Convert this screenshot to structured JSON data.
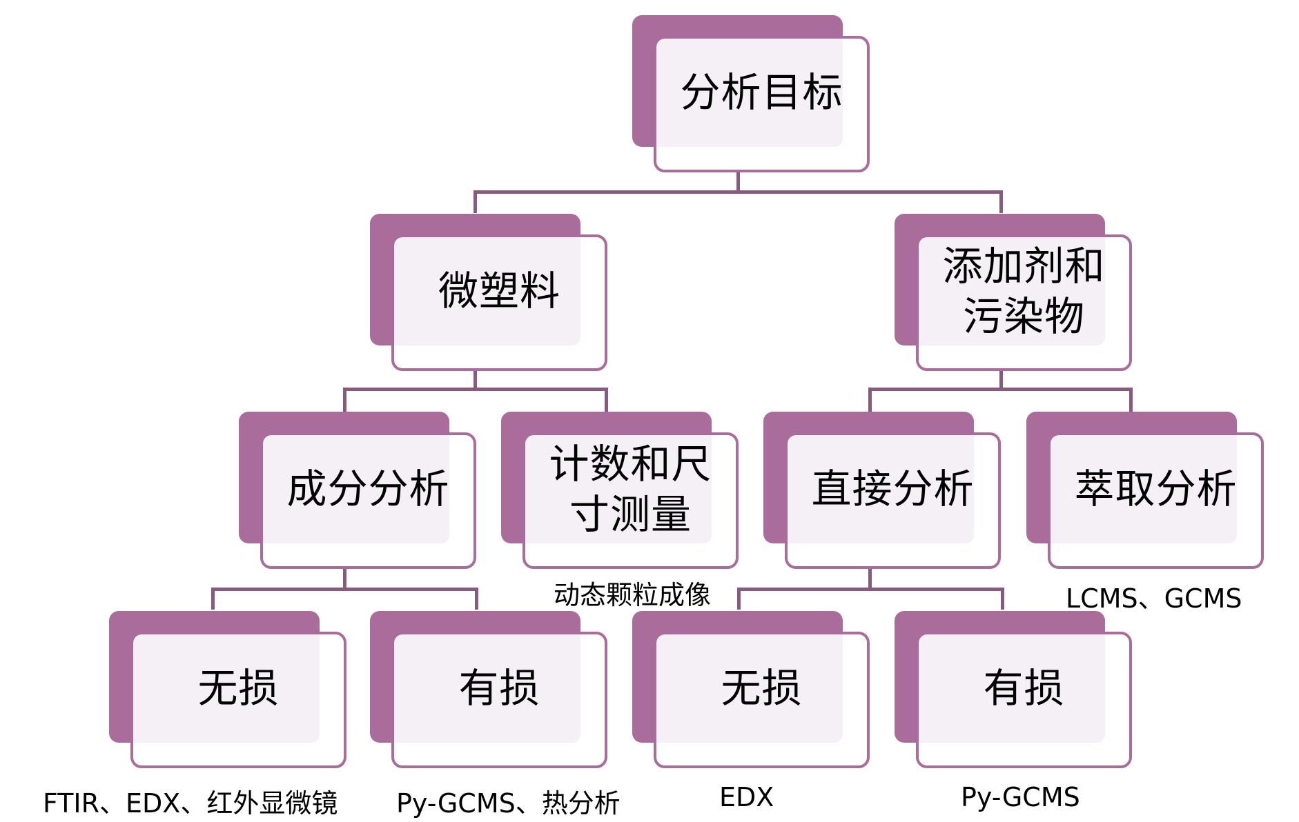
{
  "colors": {
    "accent": "#a96c9b",
    "connector": "#895a80",
    "box_fill": "#f4f0f5",
    "text": "#000000"
  },
  "root": {
    "label": "分析目标"
  },
  "level2": [
    {
      "label": "微塑料"
    },
    {
      "label": "添加剂和\n污染物"
    }
  ],
  "level3": [
    {
      "label": "成分分析"
    },
    {
      "label": "计数和尺\n寸测量",
      "caption": "动态颗粒成像"
    },
    {
      "label": "直接分析"
    },
    {
      "label": "萃取分析",
      "caption": "LCMS、GCMS"
    }
  ],
  "level4": [
    {
      "label": "无损",
      "caption": "FTIR、EDX、红外显微镜"
    },
    {
      "label": "有损",
      "caption": "Py-GCMS、热分析"
    },
    {
      "label": "无损",
      "caption": "EDX"
    },
    {
      "label": "有损",
      "caption": "Py-GCMS"
    }
  ]
}
